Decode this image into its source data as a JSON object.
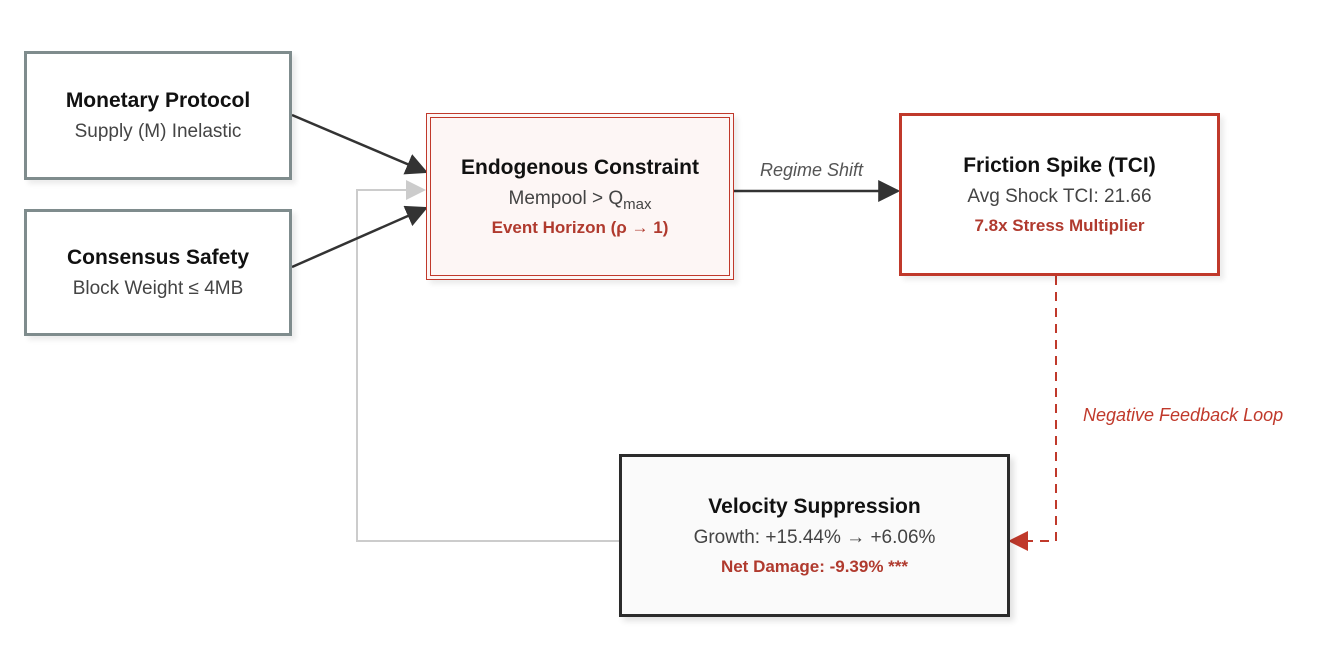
{
  "nodes": {
    "monetary": {
      "title": "Monetary Protocol",
      "sub": "Supply (M) Inelastic"
    },
    "consensus": {
      "title": "Consensus Safety",
      "sub": "Block Weight ≤ 4MB"
    },
    "constraint": {
      "title": "Endogenous Constraint",
      "sub_main": "Mempool > Q",
      "sub_subscript": "max",
      "note": "Event Horizon (ρ → 1)"
    },
    "friction": {
      "title": "Friction Spike (TCI)",
      "sub": "Avg Shock TCI: 21.66",
      "note": "7.8x Stress Multiplier"
    },
    "velocity": {
      "title": "Velocity Suppression",
      "sub": "Growth: +15.44% → +6.06%",
      "note": "Net Damage: -9.39% ***"
    }
  },
  "edges": {
    "regime_shift": "Regime Shift",
    "negative_feedback": "Negative Feedback Loop"
  },
  "colors": {
    "red": "#c0392b",
    "gray_border": "#7f8c8d",
    "dark": "#2b2b2b",
    "feedback_gray": "#cccccc"
  }
}
